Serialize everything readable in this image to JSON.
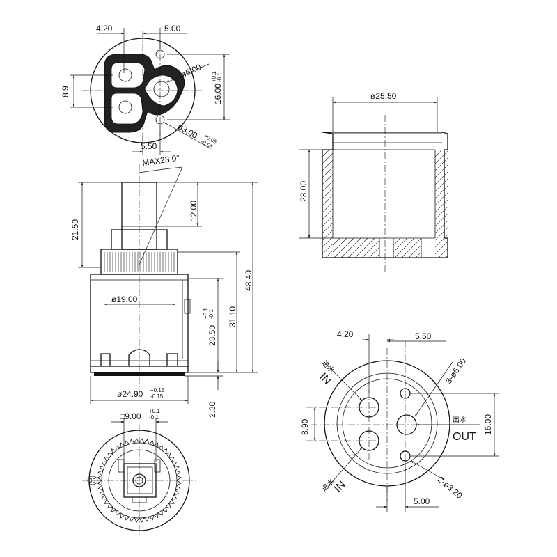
{
  "views": {
    "top_view": {
      "dim_4_20": "4.20",
      "dim_5_00": "5.00",
      "dim_8_9": "8.9",
      "dim_phi6": "ø6.00",
      "dim_16": "16.00",
      "dim_16_tol_upper": "+0.1",
      "dim_16_tol_lower": "-0.1",
      "dim_phi3": "ø3.00",
      "dim_phi3_tol_upper": "+0.05",
      "dim_phi3_tol_lower": "-0.05",
      "dim_5_50": "5.50"
    },
    "side_view": {
      "dim_max_angle": "MAX23.0°",
      "dim_21_50": "21.50",
      "dim_12_00": "12.00",
      "dim_48_40": "48.40",
      "dim_phi19": "ø19.00",
      "dim_31_10": "31.10",
      "dim_23_50": "23.50",
      "dim_23_50_tol_upper": "+0.1",
      "dim_23_50_tol_lower": "-0.1",
      "dim_phi24_90": "ø24.90",
      "dim_phi24_90_tol_upper": "+0.15",
      "dim_phi24_90_tol_lower": "-0.15",
      "dim_2_30": "2.30"
    },
    "stem_view": {
      "dim_square": "□9.00",
      "dim_square_tol_upper": "+0.1",
      "dim_square_tol_lower": "-0.1",
      "mark": "35"
    },
    "housing_section": {
      "dim_phi25_50": "ø25.50",
      "dim_23_00": "23.00"
    },
    "port_view": {
      "dim_4_20": "4.20",
      "dim_5_50": "5.50",
      "dim_3_phi6": "3-ø6.00",
      "dim_8_90": "8.90",
      "dim_16_00": "16.00",
      "dim_5_00": "5.00",
      "dim_2_phi3_20": "2-ø3.20",
      "label_in_top_cn": "进水",
      "label_in_top_en": "IN",
      "label_in_bottom_cn": "进水",
      "label_in_bottom_en": "IN",
      "label_out_cn": "出水",
      "label_out_en": "OUT"
    }
  }
}
